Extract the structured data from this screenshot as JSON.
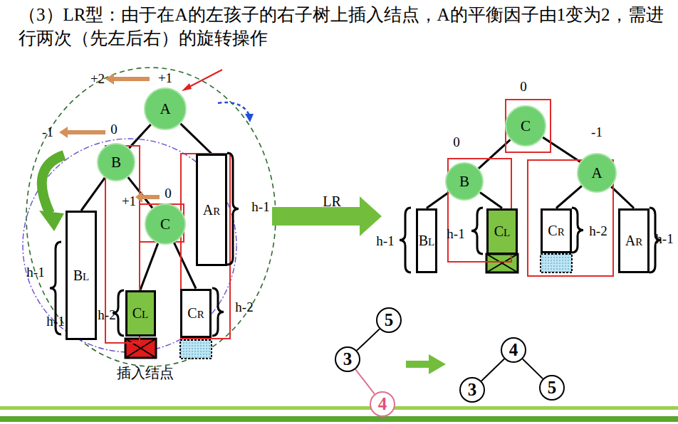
{
  "diagram": {
    "title": "（3）LR型：由于在A的左孩子的右子树上插入结点，A的平衡因子由1变为2，需进行两次（先左后右）的旋转操作",
    "nodes": [
      {
        "text": [
          "A"
        ]
      },
      {
        "text": [
          "B"
        ]
      },
      {
        "text": [
          "C"
        ]
      },
      {
        "text": [
          "BL"
        ]
      },
      {
        "text": [
          "CL"
        ]
      },
      {
        "text": [
          "CR"
        ]
      },
      {
        "text": [
          "AR"
        ]
      },
      {
        "text": [
          "C"
        ]
      },
      {
        "text": [
          "B"
        ]
      },
      {
        "text": [
          "A"
        ]
      },
      {
        "text": [
          "BL"
        ]
      },
      {
        "text": [
          "CL"
        ]
      },
      {
        "text": [
          "CR"
        ]
      },
      {
        "text": [
          "AR"
        ]
      },
      {
        "text": [
          "5"
        ]
      },
      {
        "text": [
          "3"
        ]
      },
      {
        "text": [
          "4"
        ]
      },
      {
        "text": [
          "4"
        ]
      },
      {
        "text": [
          "3"
        ]
      },
      {
        "text": [
          "5"
        ]
      }
    ],
    "edges": [
      {
        "from": 0,
        "to": 1,
        "arrow": "none"
      },
      {
        "from": 0,
        "to": 6,
        "arrow": "none"
      },
      {
        "from": 1,
        "to": 3,
        "arrow": "none"
      },
      {
        "from": 1,
        "to": 2,
        "arrow": "none"
      },
      {
        "from": 2,
        "to": 4,
        "arrow": "none"
      },
      {
        "from": 2,
        "to": 5,
        "arrow": "none"
      },
      {
        "from": 7,
        "to": 8,
        "arrow": "none"
      },
      {
        "from": 7,
        "to": 9,
        "arrow": "none"
      },
      {
        "from": 8,
        "to": 10,
        "arrow": "none"
      },
      {
        "from": 8,
        "to": 11,
        "arrow": "none"
      },
      {
        "from": 9,
        "to": 12,
        "arrow": "none"
      },
      {
        "from": 9,
        "to": 13,
        "arrow": "none"
      },
      {
        "from": 14,
        "to": 15,
        "arrow": "none"
      },
      {
        "from": 15,
        "to": 16,
        "arrow": "none"
      },
      {
        "from": 17,
        "to": 18,
        "arrow": "none"
      },
      {
        "from": 17,
        "to": 19,
        "arrow": "none"
      }
    ],
    "labels": [
      "+2",
      "+1",
      "-1",
      "0",
      "+1",
      "0",
      "h-1",
      "h-1",
      "h-1",
      "h-2",
      "h-2",
      "插入结点",
      "LR",
      "0",
      "0",
      "-1",
      "h-1",
      "h-1",
      "h-2",
      "h-1"
    ]
  }
}
